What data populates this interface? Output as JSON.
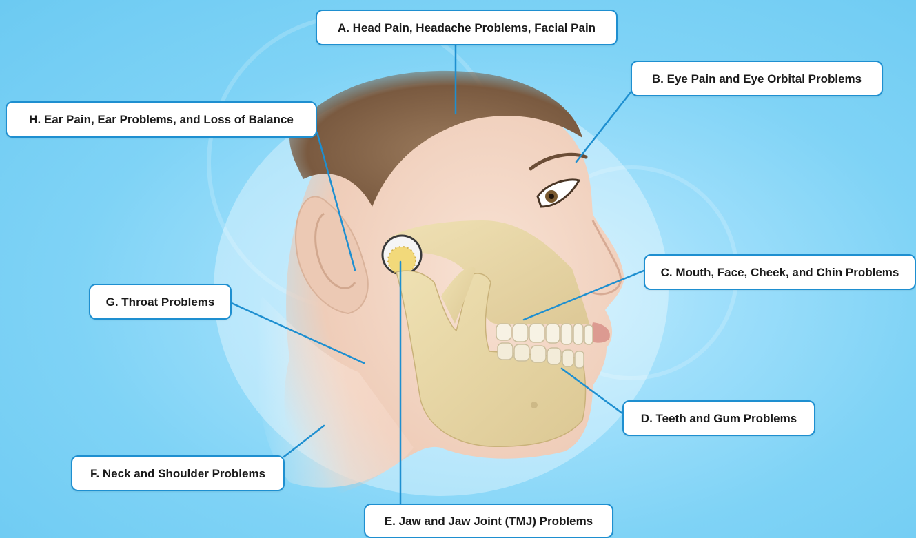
{
  "callouts": {
    "a": "A. Head Pain, Headache Problems, Facial Pain",
    "b": "B. Eye Pain and Eye Orbital Problems",
    "c": "C. Mouth, Face, Cheek, and Chin Problems",
    "d": "D. Teeth and Gum Problems",
    "e": "E. Jaw and Jaw Joint (TMJ) Problems",
    "f": "F. Neck and Shoulder Problems",
    "g": "G. Throat Problems",
    "h": "H. Ear Pain, Ear Problems, and Loss of Balance"
  },
  "colors": {
    "background": "#7fd3f6",
    "leader_line": "#1e8fd0",
    "callout_border": "#1e8fd0",
    "bone": "#e9d9a6",
    "skin": "#f1d3c0",
    "hair": "#8a6a4f"
  }
}
